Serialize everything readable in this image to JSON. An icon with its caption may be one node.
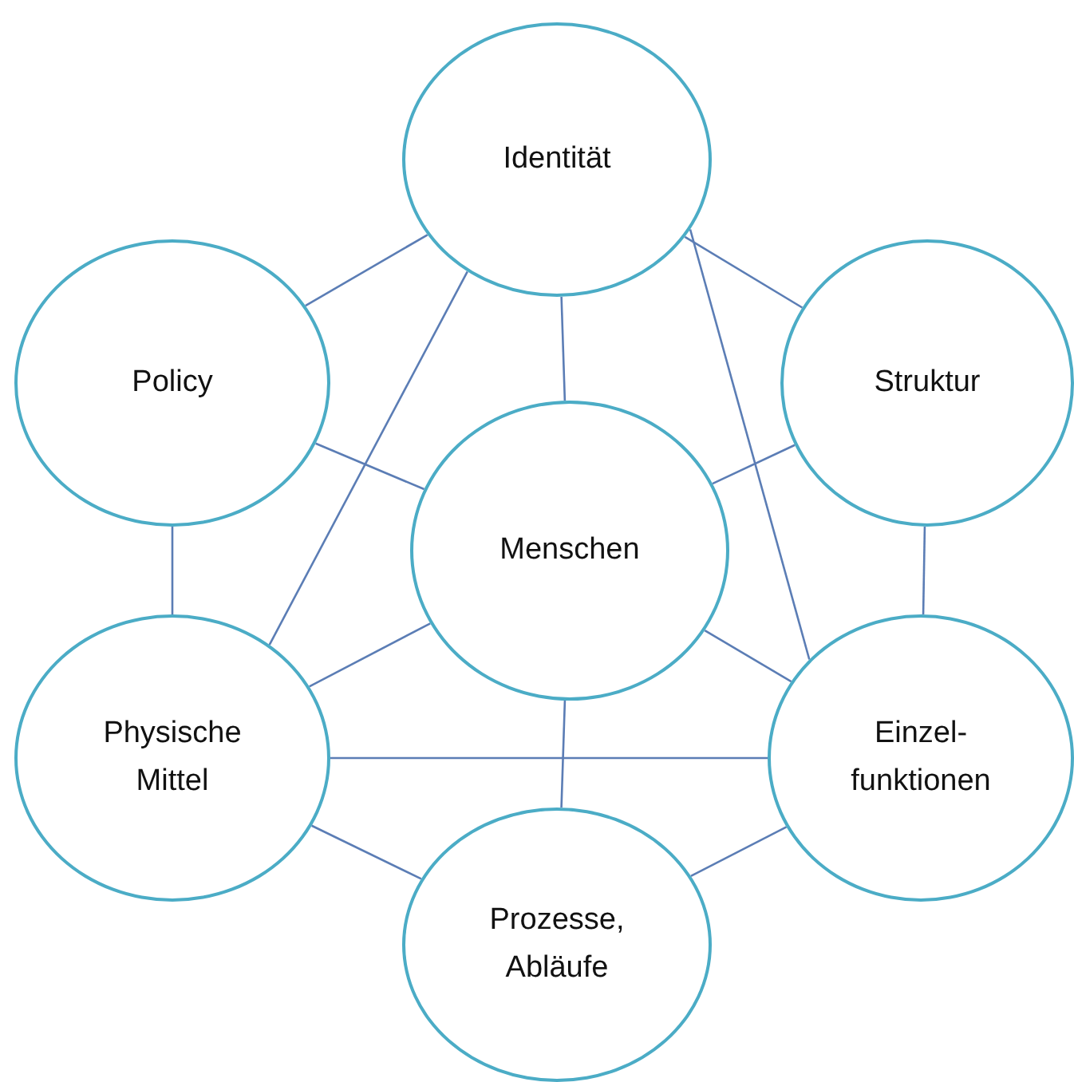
{
  "diagram": {
    "nodes": [
      {
        "text": [
          "Identität"
        ]
      },
      {
        "text": [
          "Policy"
        ]
      },
      {
        "text": [
          "Struktur"
        ]
      },
      {
        "text": [
          "Menschen"
        ]
      },
      {
        "text": [
          "Physische Mittel"
        ]
      },
      {
        "text": [
          "Einzel- funktionen"
        ]
      },
      {
        "text": [
          "Prozesse, Abläufe"
        ]
      }
    ],
    "edges": [
      {
        "from": 0,
        "to": 1,
        "arrow": "none"
      },
      {
        "from": 0,
        "to": 2,
        "arrow": "none"
      },
      {
        "from": 0,
        "to": 3,
        "arrow": "none"
      },
      {
        "from": 0,
        "to": 4,
        "arrow": "none"
      },
      {
        "from": 0,
        "to": 5,
        "arrow": "none"
      },
      {
        "from": 1,
        "to": 3,
        "arrow": "none"
      },
      {
        "from": 1,
        "to": 4,
        "arrow": "none"
      },
      {
        "from": 2,
        "to": 3,
        "arrow": "none"
      },
      {
        "from": 2,
        "to": 5,
        "arrow": "none"
      },
      {
        "from": 3,
        "to": 4,
        "arrow": "none"
      },
      {
        "from": 3,
        "to": 5,
        "arrow": "none"
      },
      {
        "from": 3,
        "to": 6,
        "arrow": "none"
      },
      {
        "from": 4,
        "to": 5,
        "arrow": "none"
      },
      {
        "from": 4,
        "to": 6,
        "arrow": "none"
      },
      {
        "from": 5,
        "to": 6,
        "arrow": "none"
      }
    ]
  }
}
